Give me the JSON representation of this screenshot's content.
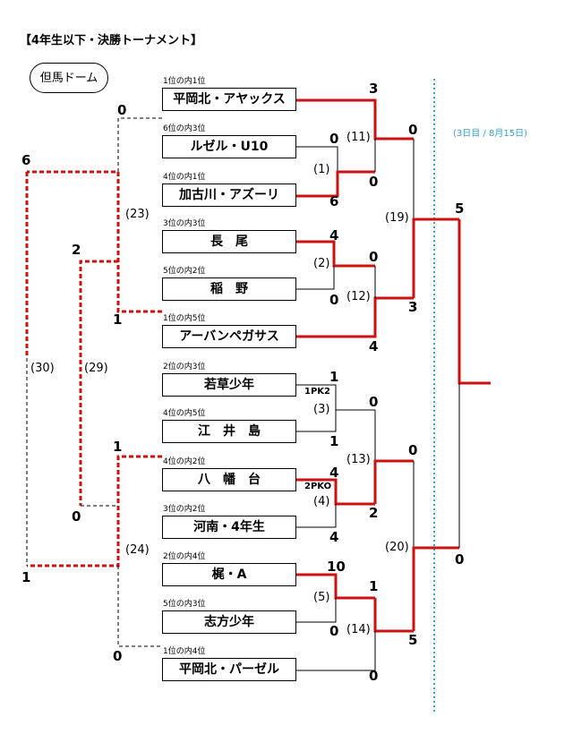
{
  "title": "【4年生以下・決勝トーナメント】",
  "venue": "但馬ドーム",
  "day_note": "(3日目 / 8月15日)",
  "colors": {
    "winner": "#cc1111",
    "loser": "#000000",
    "day_line": "#3aa0c8"
  },
  "teams": [
    {
      "seed": "1位の内1位",
      "name": "平岡北・アヤックス"
    },
    {
      "seed": "6位の内3位",
      "name": "ルゼル・U10"
    },
    {
      "seed": "4位の内1位",
      "name": "加古川・アズーリ"
    },
    {
      "seed": "3位の内3位",
      "name": "長　尾"
    },
    {
      "seed": "5位の内2位",
      "name": "稲　野"
    },
    {
      "seed": "1位の内5位",
      "name": "アーバンペガサス"
    },
    {
      "seed": "2位の内3位",
      "name": "若草少年"
    },
    {
      "seed": "4位の内5位",
      "name": "江　井　島"
    },
    {
      "seed": "4位の内2位",
      "name": "八　幡　台"
    },
    {
      "seed": "3位の内2位",
      "name": "河南・4年生"
    },
    {
      "seed": "2位の内4位",
      "name": "梶・A"
    },
    {
      "seed": "5位の内3位",
      "name": "志方少年"
    },
    {
      "seed": "1位の内4位",
      "name": "平岡北・パーゼル"
    }
  ],
  "match_labels": {
    "m1": "(1)",
    "m2": "(2)",
    "m3": "(3)",
    "m4": "(4)",
    "m5": "(5)",
    "m11": "(11)",
    "m12": "(12)",
    "m13": "(13)",
    "m14": "(14)",
    "m19": "(19)",
    "m20": "(20)",
    "m23": "(23)",
    "m24": "(24)",
    "m29": "(29)",
    "m30": "(30)"
  },
  "scores": {
    "m1_ruzel": "0",
    "m1_kakogawa": "6",
    "m11_ajax": "3",
    "m11_winner": "0",
    "m2_nagao": "4",
    "m2_inano": "0",
    "m12_winner": "0",
    "m12_pegasus": "4",
    "m19_top": "0",
    "m19_bottom": "3",
    "m3_wakakusa": "1",
    "m3_eijima": "1",
    "m13_winner": "0",
    "m13_bottom": "2",
    "m4_yawatadai": "4",
    "m4_kanan": "4",
    "m14_kaji": "1",
    "m14_parzell": "0",
    "m5_kaji": "10",
    "m5_shikata": "0",
    "m20_top": "0",
    "m20_bottom": "5",
    "final_top": "5",
    "final_bottom": "0",
    "m23_top": "0",
    "m23_bottom": "1",
    "m29_top": "2",
    "m29_bottom": "0",
    "m24_top": "1",
    "m24_bottom": "0",
    "m30_top": "6",
    "m30_bottom": "1"
  },
  "pk_notes": {
    "m3": "1PK2",
    "m4": "2PKO"
  }
}
